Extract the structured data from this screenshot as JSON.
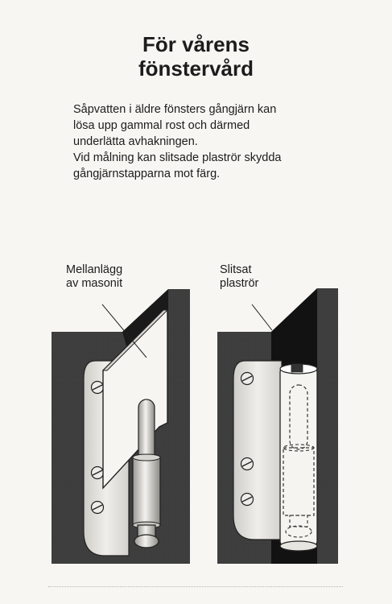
{
  "title": {
    "line1": "För vårens",
    "line2": "fönstervård"
  },
  "paragraph": {
    "line1": "Såpvatten i äldre fönsters gångjärn kan",
    "line2": "lösa upp gammal rost och därmed",
    "line3": "underlätta avhakningen.",
    "line4": "Vid målning kan slitsade plaströr skydda",
    "line5": "gångjärnstapparna mot färg."
  },
  "figure_left": {
    "caption_line1": "Mellanlägg",
    "caption_line2": "av masonit"
  },
  "figure_right": {
    "caption_line1": "Slitsat",
    "caption_line2": "plaströr"
  },
  "colors": {
    "background": "#f7f6f3",
    "frame_dark": "#3a3a3a",
    "frame_darker": "#141414",
    "metal": "#e7e5e0"
  }
}
